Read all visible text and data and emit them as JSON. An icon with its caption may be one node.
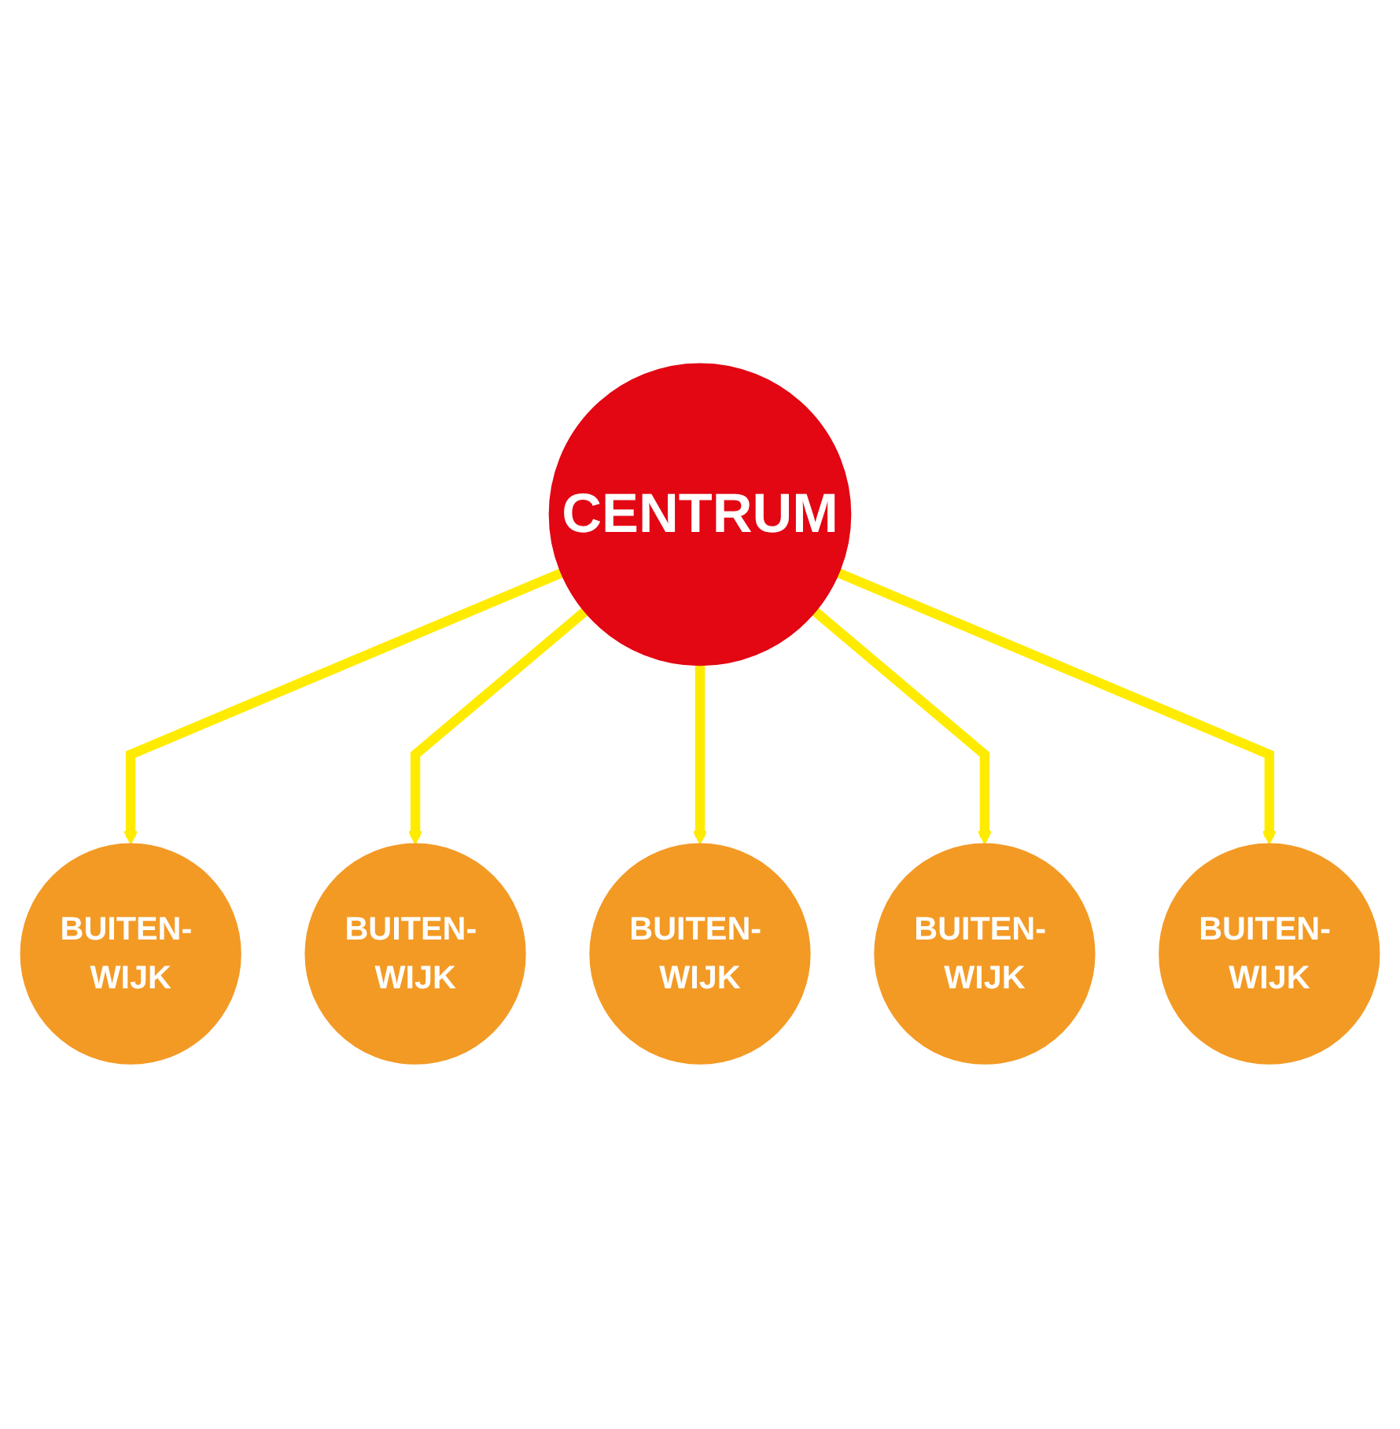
{
  "diagram": {
    "nodes": [
      {
        "text": [
          "CENTRUM"
        ]
      },
      {
        "text": [
          "BUITEN- WIJK"
        ]
      },
      {
        "text": [
          "BUITEN- WIJK"
        ]
      },
      {
        "text": [
          "BUITEN- WIJK"
        ]
      },
      {
        "text": [
          "BUITEN- WIJK"
        ]
      },
      {
        "text": [
          "BUITEN- WIJK"
        ]
      }
    ],
    "edges": [
      {
        "from": 0,
        "to": 1,
        "arrow": "to"
      },
      {
        "from": 0,
        "to": 2,
        "arrow": "to"
      },
      {
        "from": 0,
        "to": 3,
        "arrow": "to"
      },
      {
        "from": 0,
        "to": 4,
        "arrow": "to"
      },
      {
        "from": 0,
        "to": 5,
        "arrow": "to"
      }
    ]
  }
}
